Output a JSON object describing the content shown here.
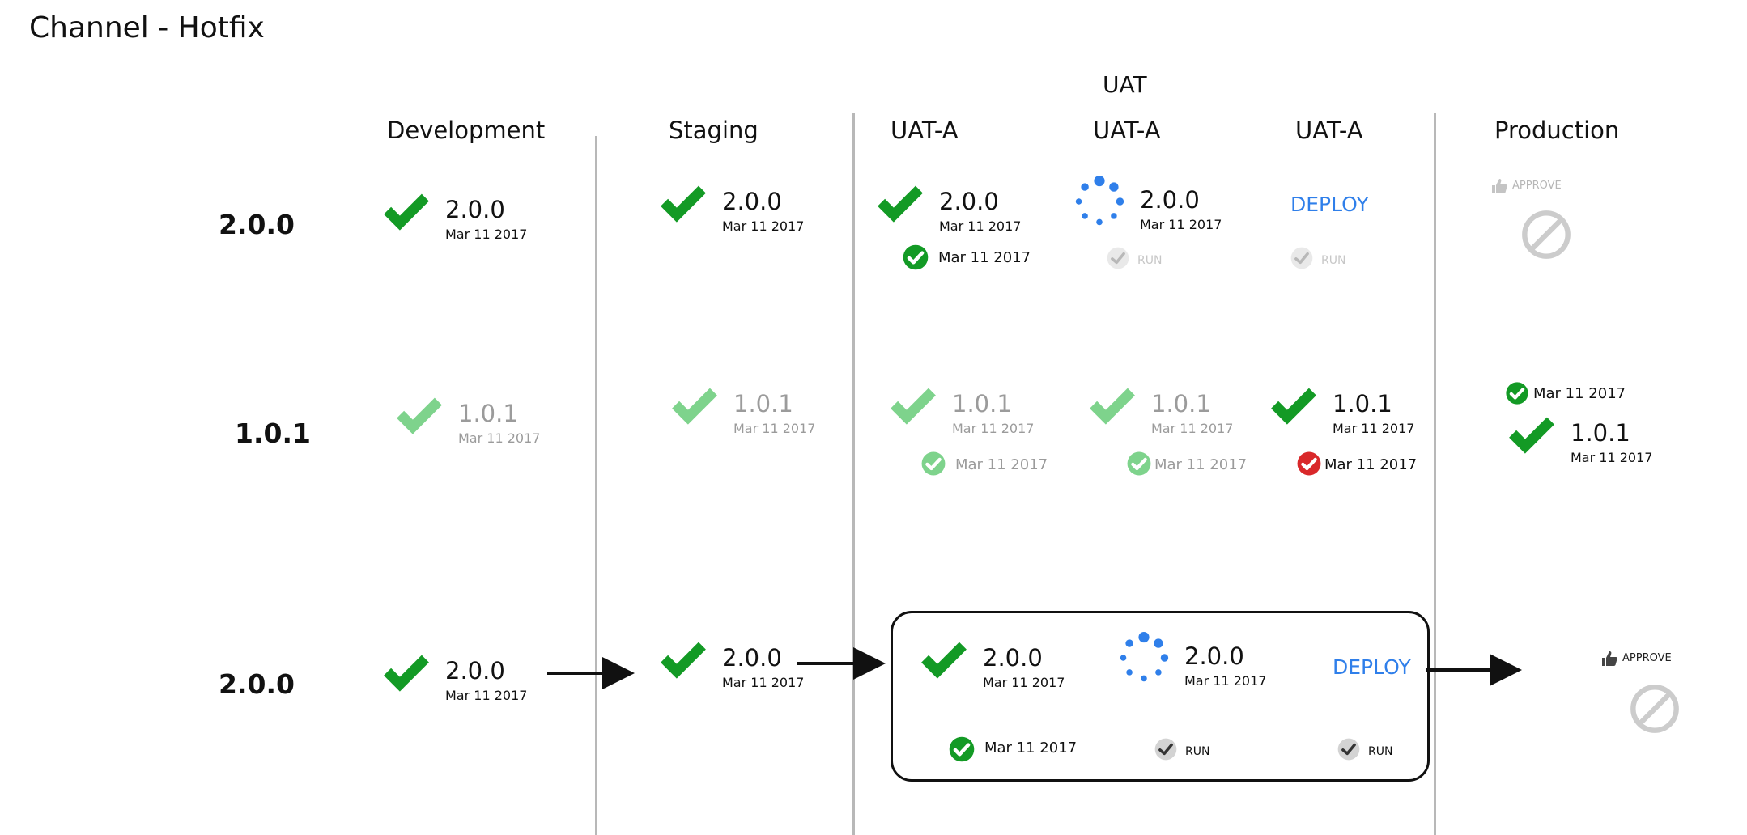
{
  "page_title": "Channel - Hotfix",
  "group_header": "UAT",
  "columns": [
    "Development",
    "Staging",
    "UAT-A",
    "UAT-A",
    "UAT-A",
    "Production"
  ],
  "rows": [
    {
      "label": "2.0.0",
      "dev": {
        "version": "2.0.0",
        "date": "Mar 11 2017",
        "status": "success"
      },
      "staging": {
        "version": "2.0.0",
        "date": "Mar 11 2017",
        "status": "success"
      },
      "uat1": {
        "version": "2.0.0",
        "date": "Mar 11 2017",
        "status": "success",
        "test_date": "Mar 11 2017",
        "test_status": "passed"
      },
      "uat2": {
        "version": "2.0.0",
        "date": "Mar 11 2017",
        "status": "in-progress",
        "test_label": "RUN"
      },
      "uat3": {
        "deploy_label": "DEPLOY",
        "test_label": "RUN"
      },
      "prod": {
        "approve_label": "APPROVE",
        "status": "blocked"
      }
    },
    {
      "label": "1.0.1",
      "dev": {
        "version": "1.0.1",
        "date": "Mar 11 2017",
        "status": "success-faded"
      },
      "staging": {
        "version": "1.0.1",
        "date": "Mar 11 2017",
        "status": "success-faded"
      },
      "uat1": {
        "version": "1.0.1",
        "date": "Mar 11 2017",
        "status": "success-faded",
        "test_date": "Mar 11 2017",
        "test_status": "passed-faded"
      },
      "uat2": {
        "version": "1.0.1",
        "date": "Mar 11 2017",
        "status": "success-faded",
        "test_date": "Mar 11 2017",
        "test_status": "passed-faded"
      },
      "uat3": {
        "version": "1.0.1",
        "date": "Mar 11 2017",
        "status": "success",
        "test_date": "Mar 11 2017",
        "test_status": "failed"
      },
      "prod": {
        "approved_date": "Mar 11 2017",
        "version": "1.0.1",
        "date": "Mar 11 2017",
        "status": "success"
      }
    },
    {
      "label": "2.0.0",
      "dev": {
        "version": "2.0.0",
        "date": "Mar 11 2017",
        "status": "success"
      },
      "staging": {
        "version": "2.0.0",
        "date": "Mar 11 2017",
        "status": "success"
      },
      "uat1": {
        "version": "2.0.0",
        "date": "Mar 11 2017",
        "status": "success",
        "test_date": "Mar 11 2017",
        "test_status": "passed"
      },
      "uat2": {
        "version": "2.0.0",
        "date": "Mar 11 2017",
        "status": "in-progress",
        "test_label": "RUN"
      },
      "uat3": {
        "deploy_label": "DEPLOY",
        "test_label": "RUN"
      },
      "prod": {
        "approve_label": "APPROVE",
        "status": "blocked"
      }
    }
  ],
  "colors": {
    "success": "#139a25",
    "success_faded": "#7ed38c",
    "failed": "#d9282a",
    "progress": "#2f7fea",
    "link": "#2f7fea",
    "divider": "#b8b8b8",
    "muted": "#9b9b9b"
  },
  "icons": [
    "check-icon",
    "spinner-icon",
    "check-circle-icon",
    "x-circle-icon",
    "thumbs-up-icon",
    "blocked-icon",
    "arrow-right-icon"
  ]
}
